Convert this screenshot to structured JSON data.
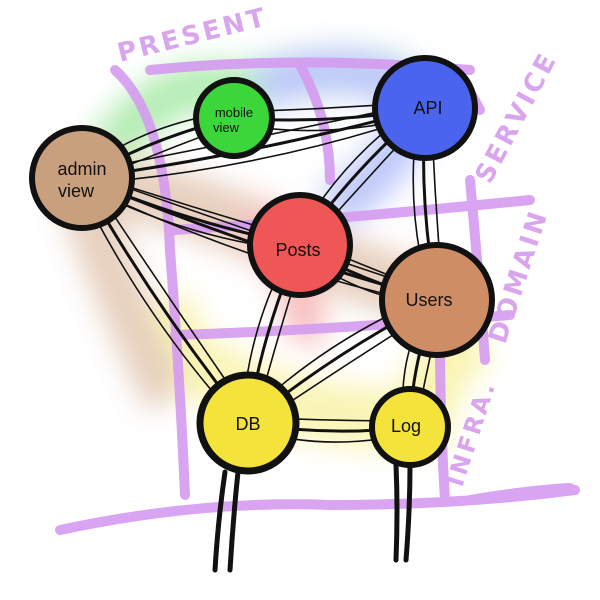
{
  "diagram": {
    "layers": [
      {
        "label": "PRESENT"
      },
      {
        "label": "SERVICE"
      },
      {
        "label": "DOMAIN"
      },
      {
        "label": "INFRA."
      }
    ],
    "nodes": [
      {
        "id": "mobile",
        "lines": [
          "mobile",
          "view"
        ],
        "color": "#3ad63a"
      },
      {
        "id": "admin",
        "lines": [
          "admin",
          "view"
        ],
        "color": "#c9a07e"
      },
      {
        "id": "api",
        "lines": [
          "API"
        ],
        "color": "#4a64ee"
      },
      {
        "id": "posts",
        "lines": [
          "Posts"
        ],
        "color": "#ef5656"
      },
      {
        "id": "users",
        "lines": [
          "Users"
        ],
        "color": "#cf8d66"
      },
      {
        "id": "db",
        "lines": [
          "DB"
        ],
        "color": "#f3e33a"
      },
      {
        "id": "log",
        "lines": [
          "Log"
        ],
        "color": "#f3e33a"
      }
    ],
    "edges": [
      [
        "mobile",
        "admin"
      ],
      [
        "mobile",
        "api"
      ],
      [
        "admin",
        "api"
      ],
      [
        "admin",
        "posts"
      ],
      [
        "admin",
        "users"
      ],
      [
        "admin",
        "db"
      ],
      [
        "api",
        "posts"
      ],
      [
        "api",
        "users"
      ],
      [
        "posts",
        "users"
      ],
      [
        "posts",
        "db"
      ],
      [
        "users",
        "db"
      ],
      [
        "users",
        "log"
      ],
      [
        "db",
        "log"
      ]
    ],
    "colors": {
      "stroke": "#111111",
      "layer_line": "#d59bf0",
      "layer_text": "#d9a6ee"
    }
  }
}
